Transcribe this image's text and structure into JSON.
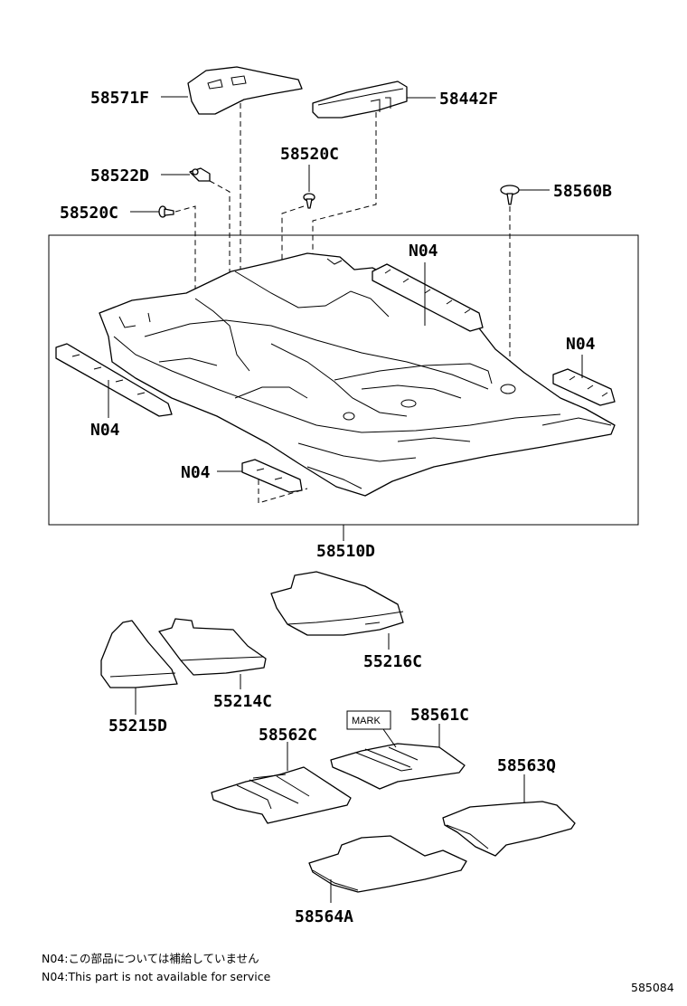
{
  "labels": {
    "p58571F": "58571F",
    "p58442F": "58442F",
    "p58522D": "58522D",
    "p58520C_top": "58520C",
    "p58520C_left": "58520C",
    "p58560B": "58560B",
    "n04_top": "N04",
    "n04_right": "N04",
    "n04_left": "N04",
    "n04_bottom": "N04",
    "p58510D": "58510D",
    "p55216C": "55216C",
    "p55214C": "55214C",
    "p55215D": "55215D",
    "p58562C": "58562C",
    "p58561C": "58561C",
    "mark": "MARK",
    "p58563Q": "58563Q",
    "p58564A": "58564A"
  },
  "notes": {
    "n04_jp": "N04:この部品については補給していません",
    "n04_en": "N04:This part is not available for service"
  },
  "diagram_id": "585084"
}
